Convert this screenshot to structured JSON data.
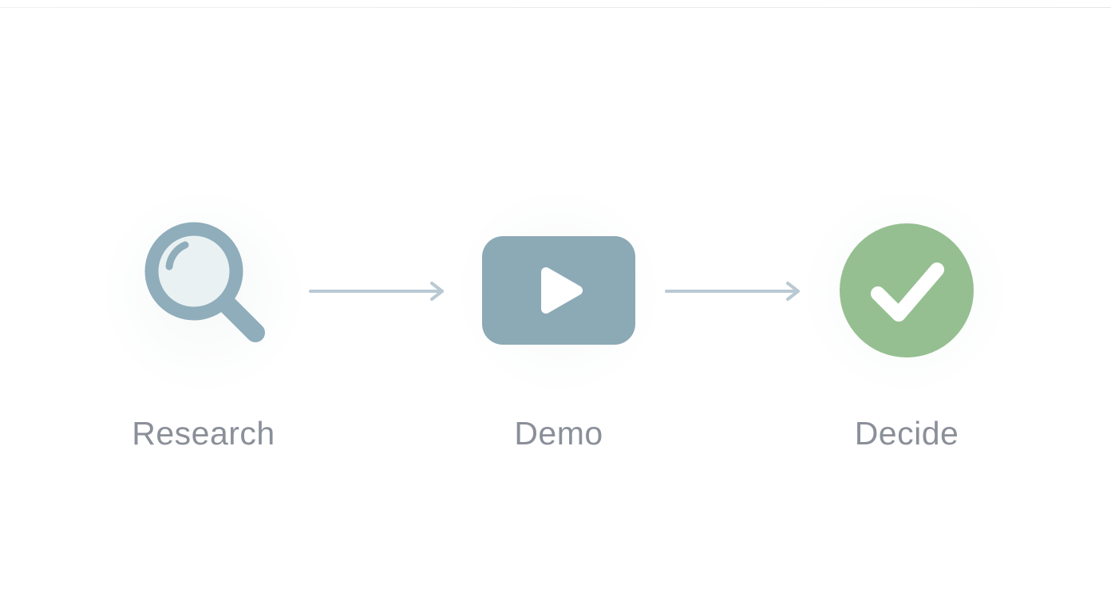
{
  "diagram": {
    "type": "process-flow",
    "steps": [
      {
        "label": "Research",
        "icon": "magnifier-icon"
      },
      {
        "label": "Demo",
        "icon": "video-play-icon"
      },
      {
        "label": "Decide",
        "icon": "check-circle-icon"
      }
    ]
  },
  "colors": {
    "icon_blue": "#8fadbb",
    "lens_fill": "#e9f1f2",
    "video_blue": "#8ca9b6",
    "play_white": "#ffffff",
    "check_green": "#95bf91",
    "check_white": "#ffffff",
    "arrow": "#b9c9d3",
    "label_text": "#8a8f99",
    "background": "#ffffff"
  }
}
